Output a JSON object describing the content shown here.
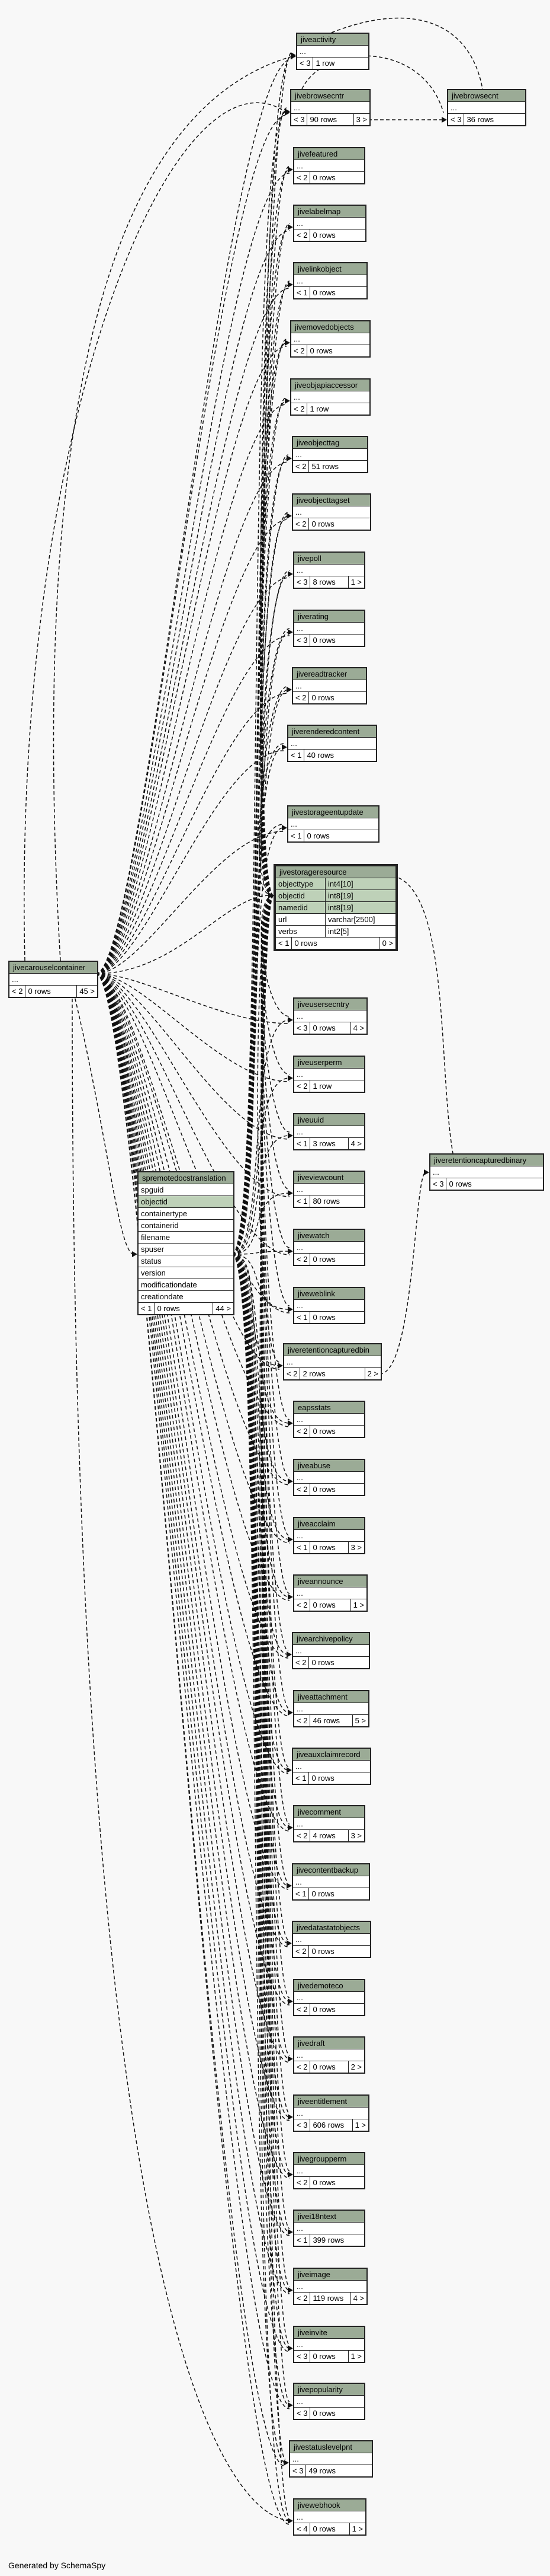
{
  "footer": "Generated by SchemaSpy",
  "tables": {
    "jiveactivity": {
      "name": "jiveactivity",
      "rows": "1 row",
      "left": "< 3",
      "right": ""
    },
    "jivebrowsecntr": {
      "name": "jivebrowsecntr",
      "rows": "90 rows",
      "left": "< 3",
      "right": "3 >"
    },
    "jivebrowsecnt": {
      "name": "jivebrowsecnt",
      "rows": "36 rows",
      "left": "< 3",
      "right": ""
    },
    "jivefeatured": {
      "name": "jivefeatured",
      "rows": "0 rows",
      "left": "< 2",
      "right": ""
    },
    "jivelabelmap": {
      "name": "jivelabelmap",
      "rows": "0 rows",
      "left": "< 2",
      "right": ""
    },
    "jivelinkobject": {
      "name": "jivelinkobject",
      "rows": "0 rows",
      "left": "< 1",
      "right": ""
    },
    "jivemovedobjects": {
      "name": "jivemovedobjects",
      "rows": "0 rows",
      "left": "< 2",
      "right": ""
    },
    "jiveobjapiaccessor": {
      "name": "jiveobjapiaccessor",
      "rows": "1 row",
      "left": "< 2",
      "right": ""
    },
    "jiveobjecttag": {
      "name": "jiveobjecttag",
      "rows": "51 rows",
      "left": "< 2",
      "right": ""
    },
    "jiveobjecttagset": {
      "name": "jiveobjecttagset",
      "rows": "0 rows",
      "left": "< 2",
      "right": ""
    },
    "jivepoll": {
      "name": "jivepoll",
      "rows": "8 rows",
      "left": "< 3",
      "right": "1 >"
    },
    "jiverating": {
      "name": "jiverating",
      "rows": "0 rows",
      "left": "< 3",
      "right": ""
    },
    "jivereadtracker": {
      "name": "jivereadtracker",
      "rows": "0 rows",
      "left": "< 2",
      "right": ""
    },
    "jiverenderedcontent": {
      "name": "jiverenderedcontent",
      "rows": "40 rows",
      "left": "< 1",
      "right": ""
    },
    "jivestorageentupdate": {
      "name": "jivestorageentupdate",
      "rows": "0 rows",
      "left": "< 1",
      "right": ""
    },
    "jivestorageresource": {
      "name": "jivestorageresource",
      "rows": "0 rows",
      "left": "< 1",
      "right": "0 >",
      "columns": [
        {
          "name": "objecttype",
          "type": "int4[10]"
        },
        {
          "name": "objectid",
          "type": "int8[19]"
        },
        {
          "name": "namedid",
          "type": "int8[19]"
        },
        {
          "name": "url",
          "type": "varchar[2500]"
        },
        {
          "name": "verbs",
          "type": "int2[5]"
        }
      ]
    },
    "jivecarouselcontainer": {
      "name": "jivecarouselcontainer",
      "rows": "0 rows",
      "left": "< 2",
      "right": "45 >"
    },
    "jiveusersecntry": {
      "name": "jiveusersecntry",
      "rows": "0 rows",
      "left": "< 3",
      "right": "4 >"
    },
    "jiveuserperm": {
      "name": "jiveuserperm",
      "rows": "1 row",
      "left": "< 2",
      "right": ""
    },
    "jiveuuid": {
      "name": "jiveuuid",
      "rows": "3 rows",
      "left": "< 1",
      "right": "4 >"
    },
    "jiveviewcount": {
      "name": "jiveviewcount",
      "rows": "80 rows",
      "left": "< 1",
      "right": ""
    },
    "jiveretentioncapturedbinary": {
      "name": "jiveretentioncapturedbinary",
      "rows": "0 rows",
      "left": "< 3",
      "right": ""
    },
    "spremotedocstranslation": {
      "name": "spremotedocstranslation",
      "rows": "0 rows",
      "left": "< 1",
      "right": "44 >",
      "columns": [
        "spguid",
        "objectid",
        "containertype",
        "containerid",
        "filename",
        "spuser",
        "status",
        "version",
        "modificationdate",
        "creationdate"
      ]
    },
    "jivewatch": {
      "name": "jivewatch",
      "rows": "0 rows",
      "left": "< 2",
      "right": ""
    },
    "jiveweblink": {
      "name": "jiveweblink",
      "rows": "0 rows",
      "left": "< 1",
      "right": ""
    },
    "jiveretentioncapturedbin": {
      "name": "jiveretentioncapturedbin",
      "rows": "2 rows",
      "left": "< 2",
      "right": "2 >"
    },
    "eapsstats": {
      "name": "eapsstats",
      "rows": "0 rows",
      "left": "< 2",
      "right": ""
    },
    "jiveabuse": {
      "name": "jiveabuse",
      "rows": "0 rows",
      "left": "< 2",
      "right": ""
    },
    "jiveacclaim": {
      "name": "jiveacclaim",
      "rows": "0 rows",
      "left": "< 1",
      "right": "3 >"
    },
    "jiveannounce": {
      "name": "jiveannounce",
      "rows": "0 rows",
      "left": "< 2",
      "right": "1 >"
    },
    "jivearchivepolicy": {
      "name": "jivearchivepolicy",
      "rows": "0 rows",
      "left": "< 2",
      "right": ""
    },
    "jiveattachment": {
      "name": "jiveattachment",
      "rows": "46 rows",
      "left": "< 2",
      "right": "5 >"
    },
    "jiveauxclaimrecord": {
      "name": "jiveauxclaimrecord",
      "rows": "0 rows",
      "left": "< 1",
      "right": ""
    },
    "jivecomment": {
      "name": "jivecomment",
      "rows": "4 rows",
      "left": "< 2",
      "right": "3 >"
    },
    "jivecontentbackup": {
      "name": "jivecontentbackup",
      "rows": "0 rows",
      "left": "< 1",
      "right": ""
    },
    "jivedatastatobjects": {
      "name": "jivedatastatobjects",
      "rows": "0 rows",
      "left": "< 2",
      "right": ""
    },
    "jivedemoteco": {
      "name": "jivedemoteco",
      "rows": "0 rows",
      "left": "< 2",
      "right": ""
    },
    "jivedraft": {
      "name": "jivedraft",
      "rows": "0 rows",
      "left": "< 2",
      "right": "2 >"
    },
    "jiveentitlement": {
      "name": "jiveentitlement",
      "rows": "606 rows",
      "left": "< 3",
      "right": "1 >"
    },
    "jivegroupperm": {
      "name": "jivegroupperm",
      "rows": "0 rows",
      "left": "< 2",
      "right": ""
    },
    "jive18ntext": {
      "name": "jivei18ntext",
      "rows": "399 rows",
      "left": "< 1",
      "right": ""
    },
    "jiveimage": {
      "name": "jiveimage",
      "rows": "119 rows",
      "left": "< 2",
      "right": "4 >"
    },
    "jiveinvite": {
      "name": "jiveinvite",
      "rows": "0 rows",
      "left": "< 3",
      "right": "1 >"
    },
    "jivepopularity": {
      "name": "jivepopularity",
      "rows": "0 rows",
      "left": "< 3",
      "right": ""
    },
    "jivestatuslevelpnt": {
      "name": "jivestatuslevelpnt",
      "rows": "49 rows",
      "left": "< 3",
      "right": ""
    },
    "jivewebhook": {
      "name": "jivewebhook",
      "rows": "0 rows",
      "left": "< 4",
      "right": "1 >"
    }
  }
}
